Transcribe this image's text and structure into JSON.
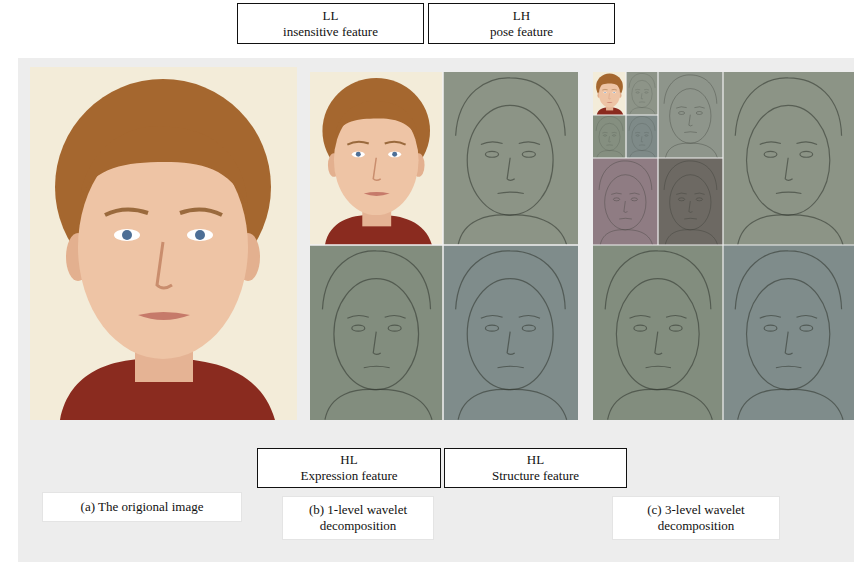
{
  "diagram": {
    "nodes": [
      {
        "text": [
          "LL",
          "insensitive feature"
        ]
      },
      {
        "text": [
          "LH",
          "pose feature"
        ]
      },
      {
        "text": [
          "HL",
          "Expression feature"
        ]
      },
      {
        "text": [
          "HL",
          "Structure feature"
        ]
      },
      {
        "text": [
          "(a) The origional image"
        ]
      },
      {
        "text": [
          "(b) 1-level wavelet decomposition"
        ]
      },
      {
        "text": [
          "(c) 3-level wavelet decomposition"
        ]
      }
    ]
  }
}
